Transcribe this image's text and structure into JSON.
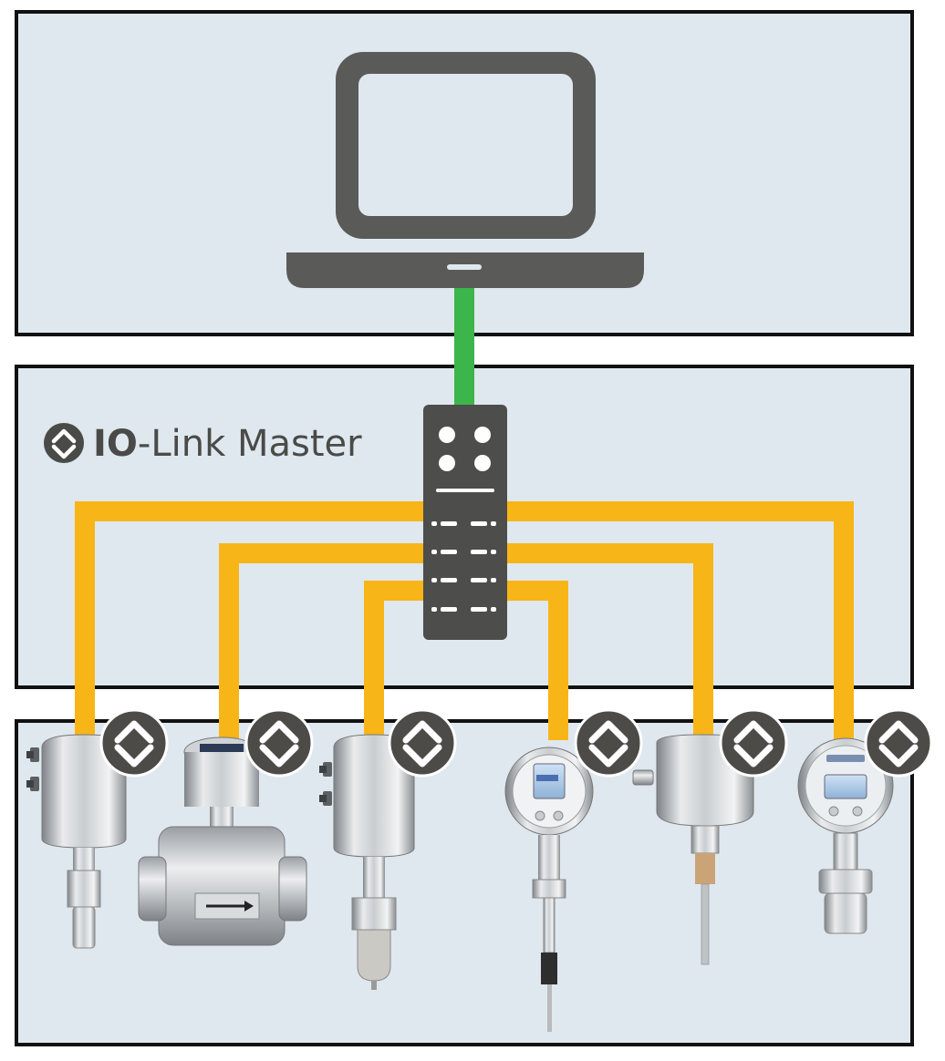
{
  "colors": {
    "panel_fill": "#dfe8ef",
    "panel_border": "#111111",
    "device_gray": "#5a5a58",
    "ethernet_cable": "#3cb54a",
    "io_link_cable": "#f8b518",
    "io_link_badge": "#4d4b47",
    "steel_light": "#e4e6e8",
    "steel_dark": "#8f9498"
  },
  "master_panel": {
    "logo": "io-link-icon",
    "brand_bold": "IO",
    "brand_rest": "-Link Master"
  },
  "devices": [
    {
      "kind": "sensor"
    },
    {
      "kind": "electromagnetic-flowmeter"
    },
    {
      "kind": "sensor"
    },
    {
      "kind": "display-transmitter"
    },
    {
      "kind": "temperature-sensor"
    },
    {
      "kind": "pressure-transmitter"
    }
  ]
}
